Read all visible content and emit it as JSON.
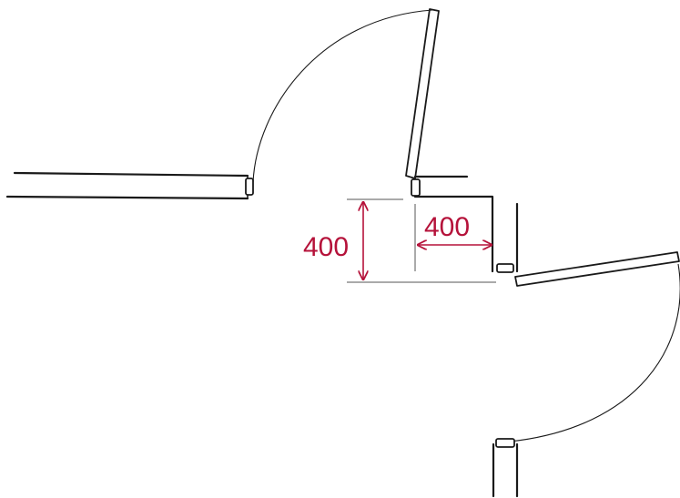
{
  "diagram": {
    "dimensions": [
      {
        "value": "400",
        "direction": "vertical"
      },
      {
        "value": "400",
        "direction": "horizontal"
      }
    ],
    "colors": {
      "line": "#1a1a1a",
      "dimension": "#b5123a"
    }
  }
}
